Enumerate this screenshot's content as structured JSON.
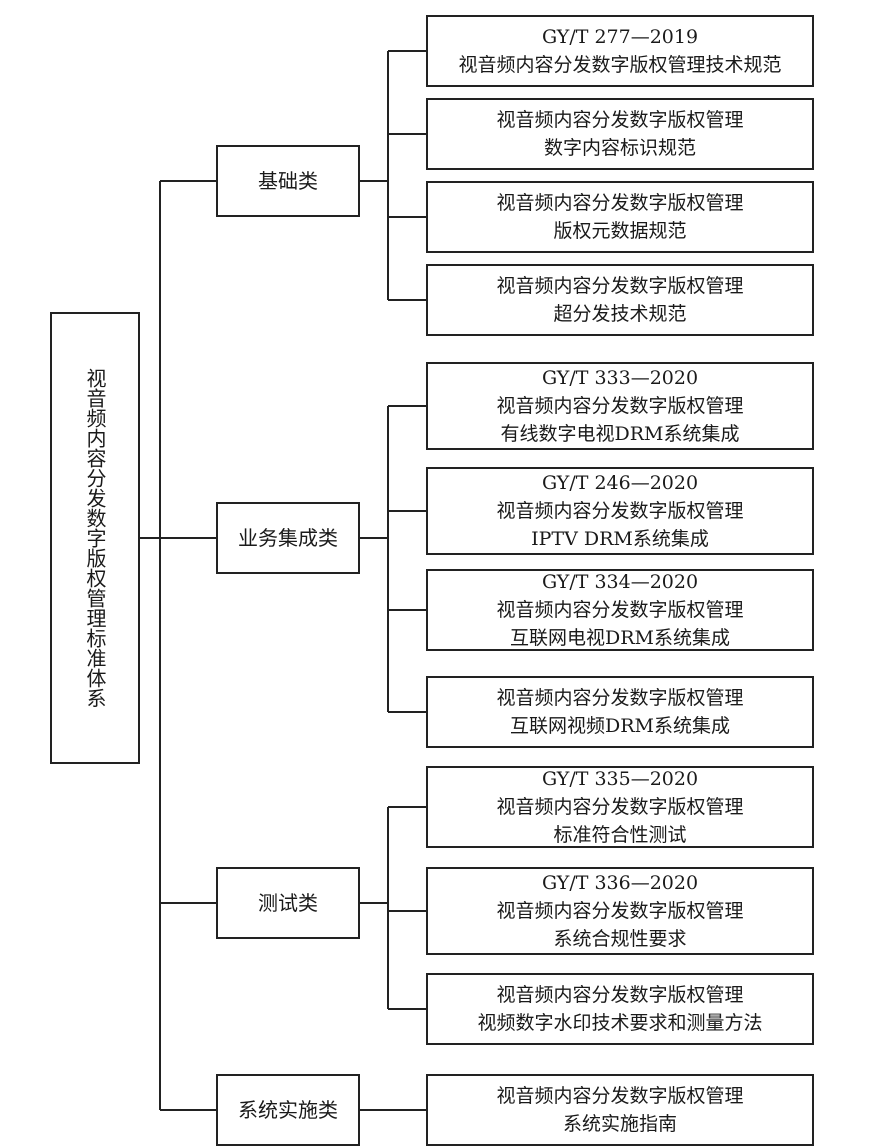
{
  "root": {
    "label": "视音频内容分发数字版权管理标准体系"
  },
  "categories": [
    {
      "label": "基础类",
      "standards": [
        {
          "lines": [
            "GY/T 277—2019",
            "视音频内容分发数字版权管理技术规范"
          ]
        },
        {
          "lines": [
            "视音频内容分发数字版权管理",
            "数字内容标识规范"
          ]
        },
        {
          "lines": [
            "视音频内容分发数字版权管理",
            "版权元数据规范"
          ]
        },
        {
          "lines": [
            "视音频内容分发数字版权管理",
            "超分发技术规范"
          ]
        }
      ]
    },
    {
      "label": "业务集成类",
      "standards": [
        {
          "lines": [
            "GY/T 333—2020",
            "视音频内容分发数字版权管理",
            "有线数字电视DRM系统集成"
          ]
        },
        {
          "lines": [
            "GY/T 246—2020",
            "视音频内容分发数字版权管理",
            "IPTV DRM系统集成"
          ]
        },
        {
          "lines": [
            "GY/T 334—2020",
            "视音频内容分发数字版权管理",
            "互联网电视DRM系统集成"
          ]
        },
        {
          "lines": [
            "视音频内容分发数字版权管理",
            "互联网视频DRM系统集成"
          ]
        }
      ]
    },
    {
      "label": "测试类",
      "standards": [
        {
          "lines": [
            "GY/T 335—2020",
            "视音频内容分发数字版权管理",
            "标准符合性测试"
          ]
        },
        {
          "lines": [
            "GY/T 336—2020",
            "视音频内容分发数字版权管理",
            "系统合规性要求"
          ]
        },
        {
          "lines": [
            "视音频内容分发数字版权管理",
            "视频数字水印技术要求和测量方法"
          ]
        }
      ]
    },
    {
      "label": "系统实施类",
      "standards": [
        {
          "lines": [
            "视音频内容分发数字版权管理",
            "系统实施指南"
          ]
        }
      ]
    }
  ]
}
